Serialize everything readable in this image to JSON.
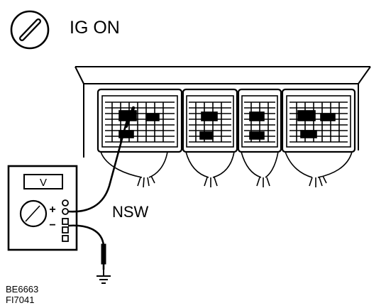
{
  "ignition": {
    "label": "IG ON"
  },
  "meter": {
    "range_label": "V",
    "plus_label": "+",
    "minus_label": "−"
  },
  "wire": {
    "label": "NSW"
  },
  "figure_codes": {
    "line1": "BE6663",
    "line2": "FI7041"
  },
  "colors": {
    "ink": "#000000",
    "paper": "#ffffff"
  },
  "icons": {
    "ignition": "ignition-key-icon",
    "ground": "ground-icon"
  }
}
